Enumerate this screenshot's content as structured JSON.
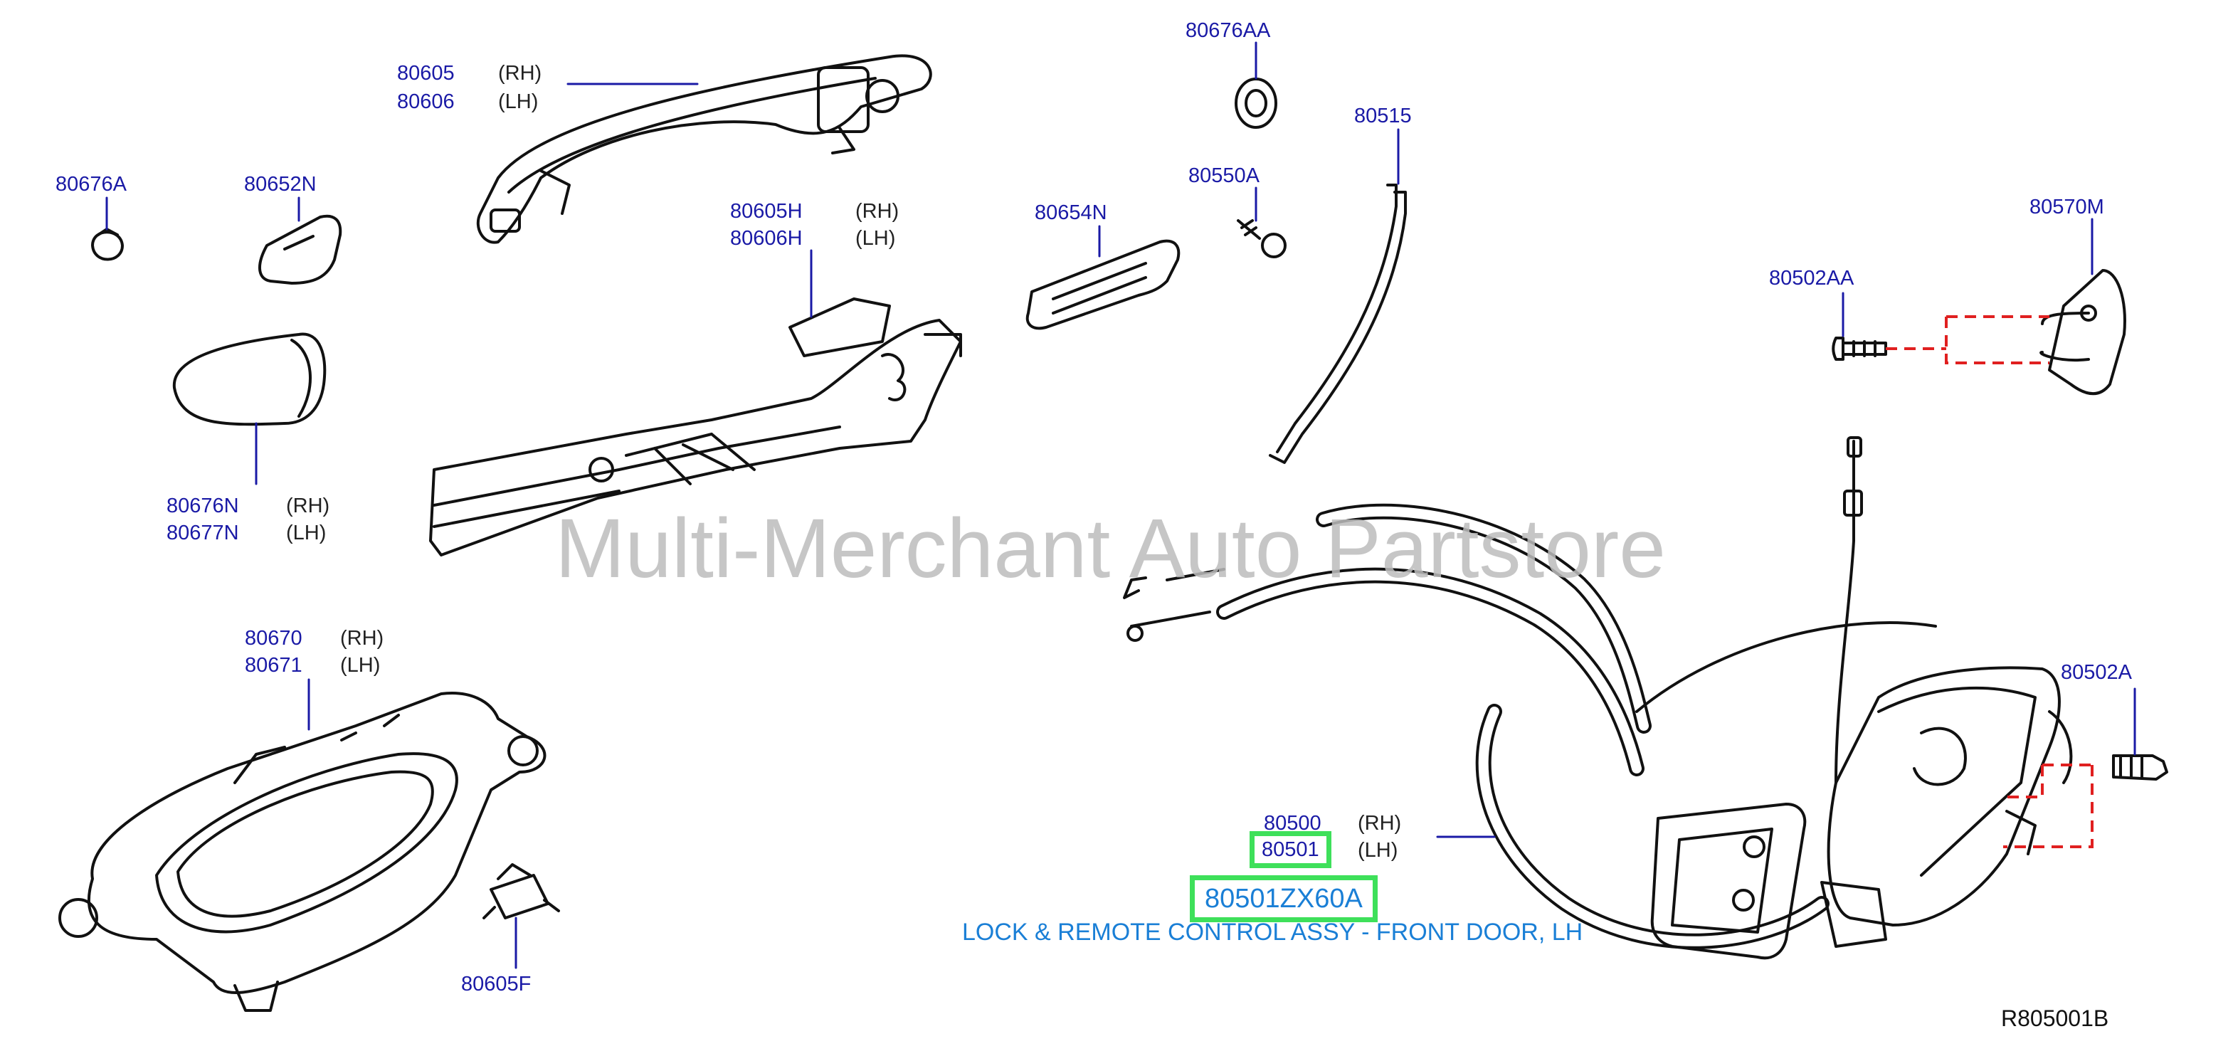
{
  "colors": {
    "label": "#1a1aa6",
    "highlight": "#3ee05a",
    "description": "#1a7fd6",
    "dashed_line": "#e02020",
    "watermark": "#bdbdbd"
  },
  "watermark": "Multi-Merchant Auto Partstore",
  "reference_code": "R805001B",
  "labels": {
    "p80605": "80605",
    "p80605_side": "(RH)",
    "p80606": "80606",
    "p80606_side": "(LH)",
    "p80676A": "80676A",
    "p80652N": "80652N",
    "p80676AA": "80676AA",
    "p80515": "80515",
    "p80550A": "80550A",
    "p80654N": "80654N",
    "p80605H": "80605H",
    "p80605H_side": "(RH)",
    "p80606H": "80606H",
    "p80606H_side": "(LH)",
    "p80570M": "80570M",
    "p80502AA": "80502AA",
    "p80676N": "80676N",
    "p80676N_side": "(RH)",
    "p80677N": "80677N",
    "p80677N_side": "(LH)",
    "p80670": "80670",
    "p80670_side": "(RH)",
    "p80671": "80671",
    "p80671_side": "(LH)",
    "p80502A": "80502A",
    "p80500": "80500",
    "p80500_side": "(RH)",
    "p80501": "80501",
    "p80501_side": "(LH)",
    "p80605F": "80605F"
  },
  "callout": {
    "part_number": "80501ZX60A",
    "description": "LOCK & REMOTE CONTROL ASSY - FRONT DOOR, LH"
  }
}
